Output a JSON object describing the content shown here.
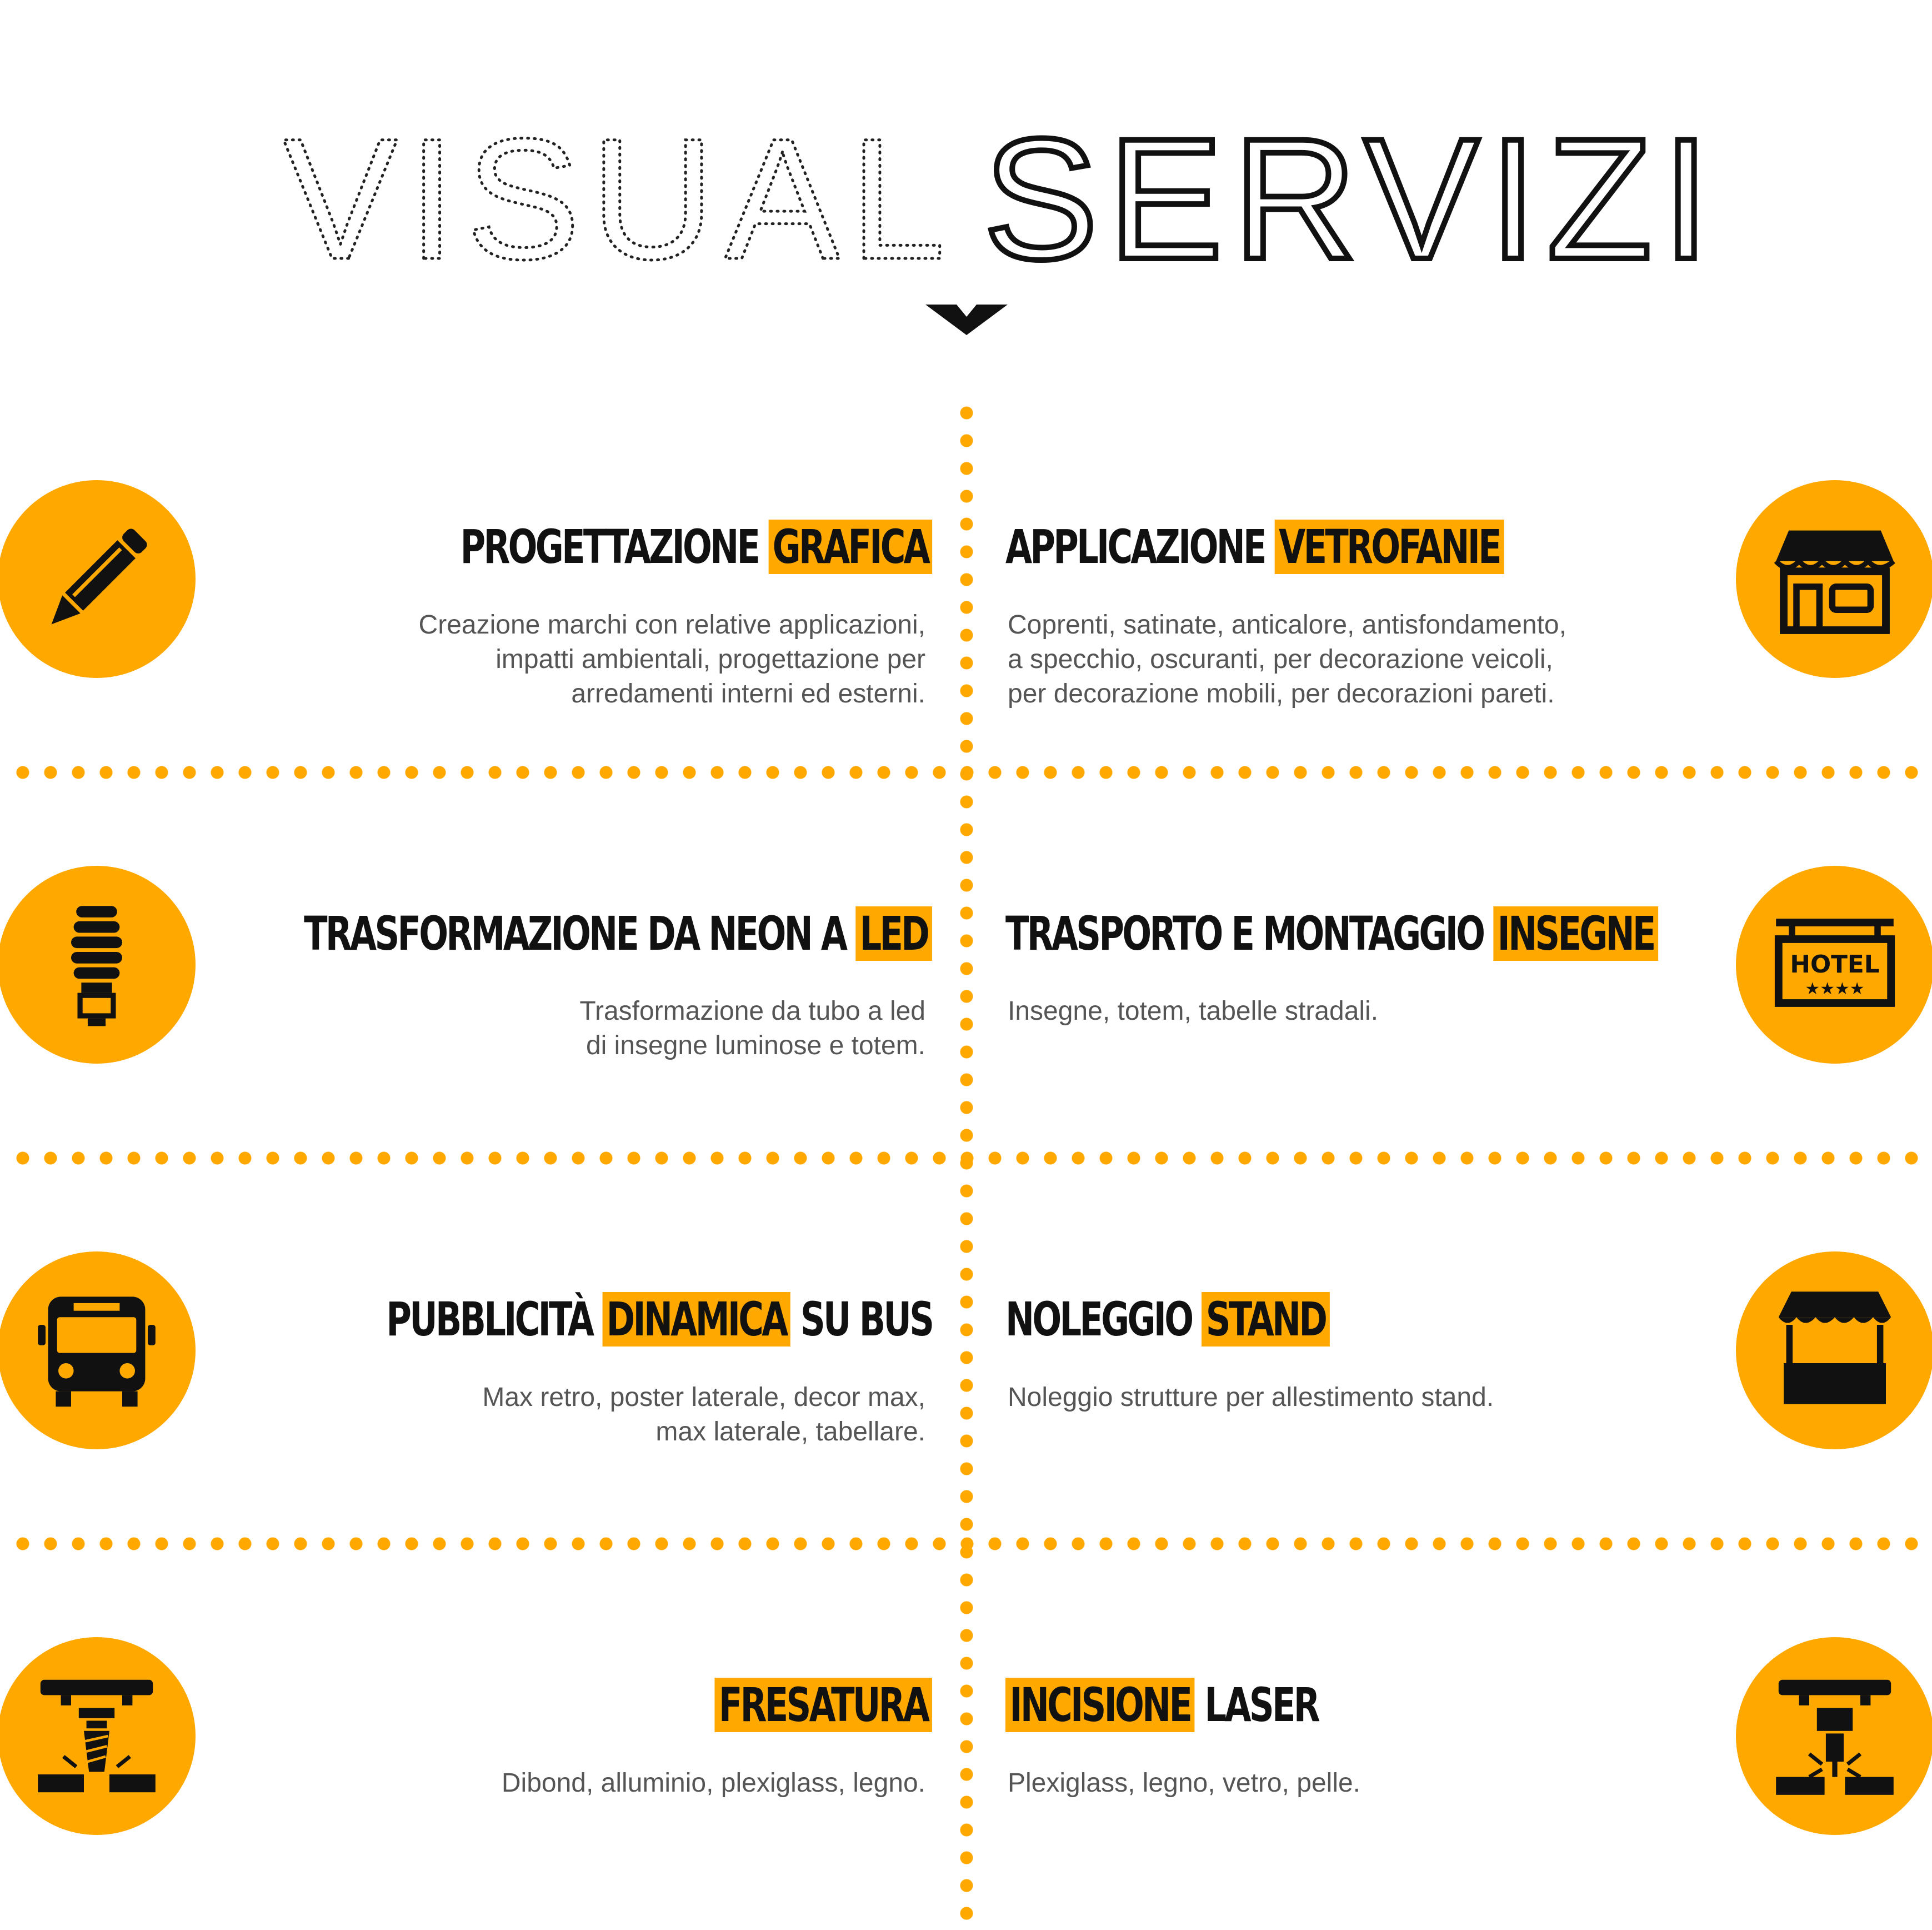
{
  "title": {
    "word1": "VISUAL",
    "word2": "SERVIZI"
  },
  "accent_color": "#FFA800",
  "services": [
    {
      "side": "left",
      "icon": "pencil-icon",
      "heading_pre": "PROGETTAZIONE ",
      "heading_hl": "GRAFICA",
      "heading_post": "",
      "desc": [
        "Creazione marchi con relative applicazioni,",
        "impatti ambientali, progettazione per",
        "arredamenti interni ed esterni."
      ]
    },
    {
      "side": "right",
      "icon": "shop-icon",
      "heading_pre": "APPLICAZIONE ",
      "heading_hl": "VETROFANIE",
      "heading_post": "",
      "desc": [
        "Coprenti, satinate, anticalore, antisfondamento,",
        "a specchio, oscuranti, per decorazione veicoli,",
        "per decorazione mobili, per decorazioni pareti."
      ]
    },
    {
      "side": "left",
      "icon": "light-bulb-icon",
      "heading_pre": "TRASFORMAZIONE DA NEON A ",
      "heading_hl": "LED",
      "heading_post": "",
      "desc": [
        "Trasformazione da tubo a led",
        "di insegne luminose e totem."
      ]
    },
    {
      "side": "right",
      "icon": "hotel-sign-icon",
      "icon_text": "HOTEL",
      "icon_stars": "★★★★",
      "heading_pre": "TRASPORTO E MONTAGGIO ",
      "heading_hl": "INSEGNE",
      "heading_post": "",
      "desc": [
        "Insegne, totem, tabelle stradali."
      ]
    },
    {
      "side": "left",
      "icon": "bus-icon",
      "heading_pre": "PUBBLICITÀ ",
      "heading_hl": "DINAMICA",
      "heading_post": " SU BUS",
      "desc": [
        "Max retro, poster laterale, decor max,",
        "max laterale, tabellare."
      ]
    },
    {
      "side": "right",
      "icon": "stand-icon",
      "heading_pre": "NOLEGGIO ",
      "heading_hl": "STAND",
      "heading_post": "",
      "desc": [
        "Noleggio strutture per allestimento stand."
      ]
    },
    {
      "side": "left",
      "icon": "milling-machine-icon",
      "heading_pre": "",
      "heading_hl": "FRESATURA",
      "heading_post": "",
      "desc": [
        "Dibond, alluminio, plexiglass, legno."
      ]
    },
    {
      "side": "right",
      "icon": "laser-engraver-icon",
      "heading_pre": "",
      "heading_hl": "INCISIONE",
      "heading_post": " LASER",
      "desc": [
        "Plexiglass, legno, vetro, pelle."
      ]
    }
  ]
}
